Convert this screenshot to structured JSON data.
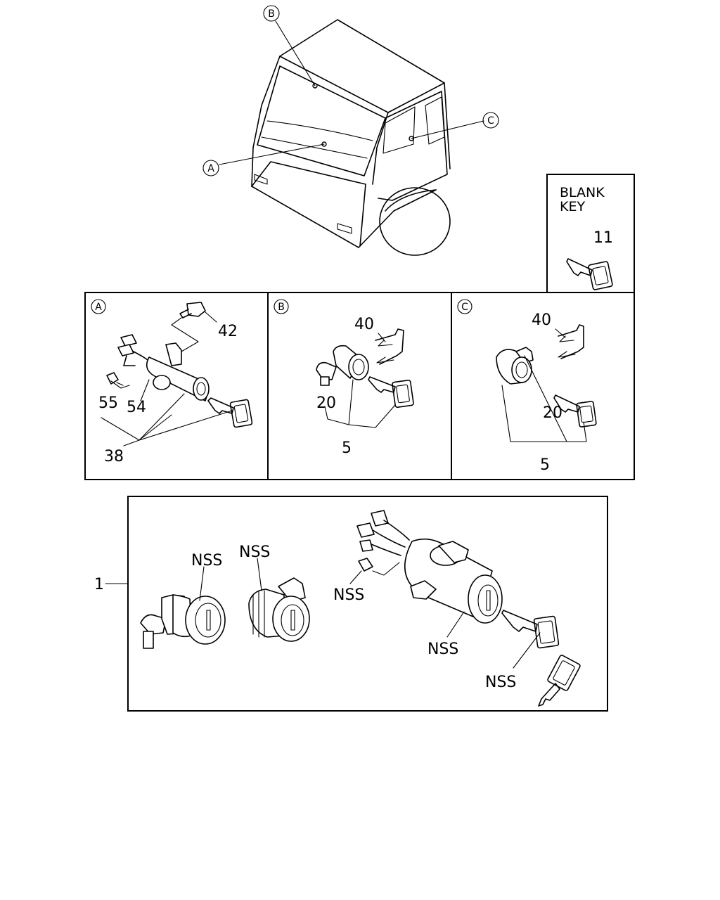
{
  "views": {
    "a": "A",
    "b": "B",
    "c": "C"
  },
  "blank_key": {
    "line1": "BLANK",
    "line2": "KEY",
    "part": "11"
  },
  "panel_a": {
    "tag": "A",
    "labels": [
      "42",
      "55",
      "54",
      "38"
    ]
  },
  "panel_b": {
    "tag": "B",
    "labels": [
      "40",
      "20",
      "5"
    ]
  },
  "panel_c": {
    "tag": "C",
    "labels": [
      "40",
      "20",
      "5"
    ]
  },
  "assembly": {
    "part": "1",
    "nss": [
      "NSS",
      "NSS",
      "NSS",
      "NSS",
      "NSS"
    ]
  }
}
